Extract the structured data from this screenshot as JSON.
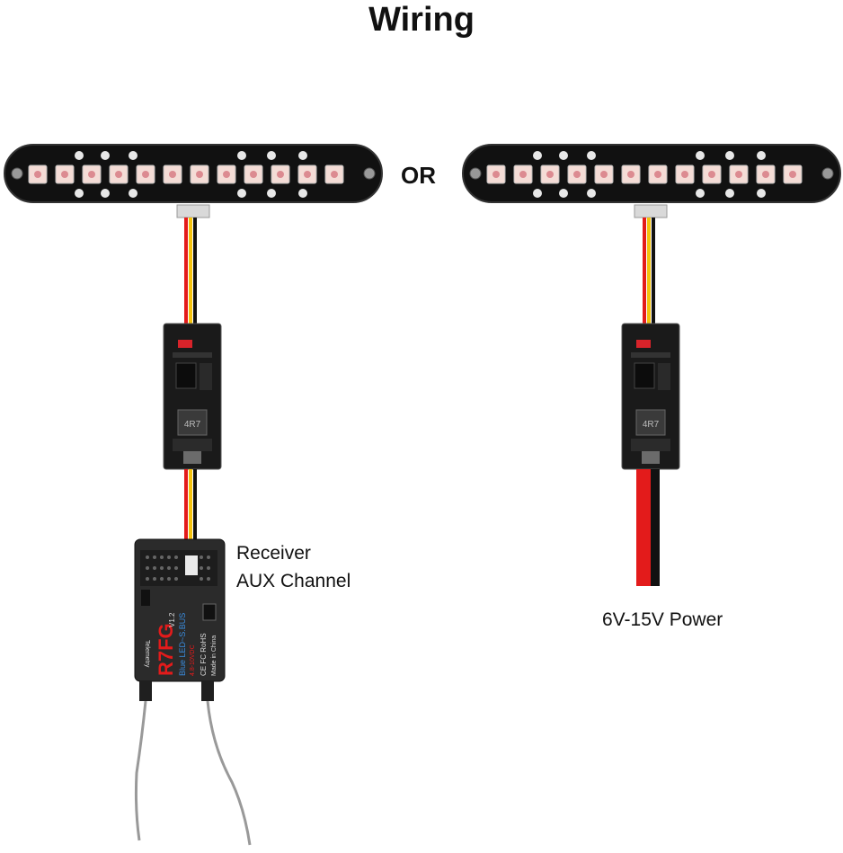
{
  "title": "Wiring",
  "separator": "OR",
  "left": {
    "label_line1": "Receiver",
    "label_line2": "AUX Channel",
    "receiver": {
      "model": "R7FG",
      "version": "V1.2",
      "line1": "Blue LED~S.BUS",
      "line2": "4.8-10VDC",
      "cert": "CE FC RoHS",
      "origin": "Made in China",
      "side_text": "Telemetry"
    }
  },
  "right": {
    "label": "6V-15V Power"
  },
  "module": {
    "inductor_text": "4R7"
  },
  "colors": {
    "wire_red": "#e31b1b",
    "wire_yellow": "#f4c20d",
    "wire_black": "#111111",
    "led_glow": "#f4dcd6",
    "board": "#1a1a1a"
  }
}
